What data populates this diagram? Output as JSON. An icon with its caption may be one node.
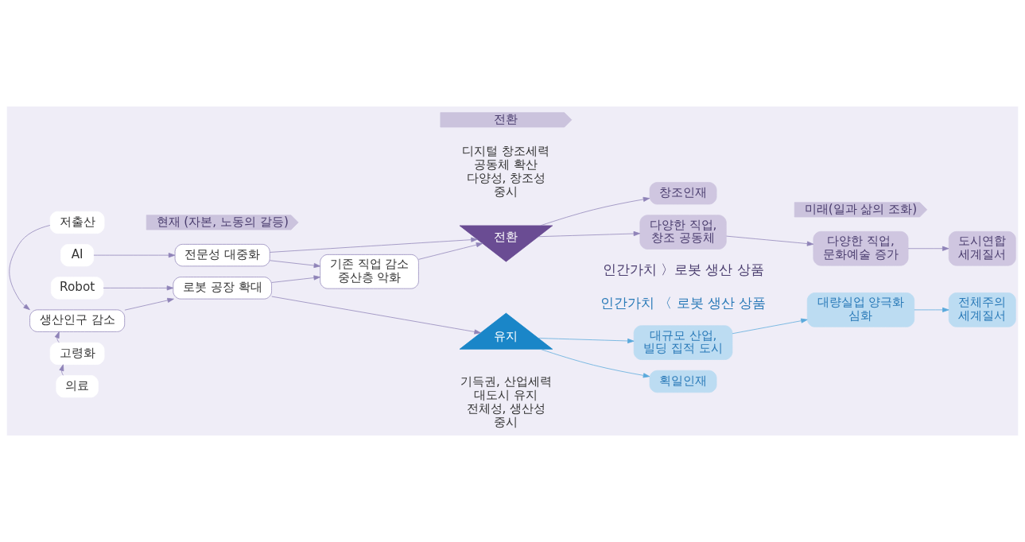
{
  "diagram": {
    "nodes": [
      {
        "text": [
          "현재 (자본, 노동의 갈등)"
        ]
      },
      {
        "text": [
          "전환"
        ]
      },
      {
        "text": [
          "미래(일과 삶의 조화)"
        ]
      },
      {
        "text": [
          "AI"
        ]
      },
      {
        "text": [
          "Robot"
        ]
      },
      {
        "text": [
          "생산인구 감소"
        ]
      },
      {
        "text": [
          "고령화"
        ]
      },
      {
        "text": [
          "저출산"
        ]
      },
      {
        "text": [
          "의료"
        ]
      },
      {
        "text": [
          "전문성 대중화"
        ]
      },
      {
        "text": [
          "로봇 공장 확대"
        ]
      },
      {
        "text": [
          "기존 직업 감소 중산층 악화"
        ]
      },
      {
        "text": [
          "전환"
        ],
        "beside": [
          "디지털 창조세력 공동체 확산 다양성, 창조성 중시"
        ]
      },
      {
        "text": [
          "유지"
        ],
        "beside": [
          "기득권, 산업세력 대도시 유지 전체성, 생산성 중시"
        ]
      },
      {
        "text": [
          "창조인재"
        ]
      },
      {
        "text": [
          "획일인재"
        ]
      },
      {
        "text": [
          "다양한 직업, 창조 공동체"
        ]
      },
      {
        "text": [
          "다양한 직업, 문화예술 증가"
        ]
      },
      {
        "text": [
          "도시연합 세계질서"
        ]
      },
      {
        "text": [
          "대규모 산업, 빌딩 집적 도시"
        ]
      },
      {
        "text": [
          "대량실업 양극화 심화"
        ]
      },
      {
        "text": [
          "전체주의 세계질서"
        ]
      }
    ],
    "edges": [
      {
        "from": 3,
        "to": 9,
        "arrow": "to"
      },
      {
        "from": 4,
        "to": 10,
        "arrow": "to"
      },
      {
        "from": 5,
        "to": 10,
        "arrow": "to"
      },
      {
        "from": 6,
        "to": 5,
        "arrow": "to"
      },
      {
        "from": 7,
        "to": 5,
        "arrow": "to"
      },
      {
        "from": 8,
        "to": 6,
        "arrow": "to"
      },
      {
        "from": 9,
        "to": 12,
        "arrow": "to"
      },
      {
        "from": 9,
        "to": 11,
        "arrow": "to"
      },
      {
        "from": 10,
        "to": 11,
        "arrow": "to"
      },
      {
        "from": 10,
        "to": 13,
        "arrow": "to"
      },
      {
        "from": 11,
        "to": 12,
        "arrow": "to"
      },
      {
        "from": 12,
        "to": 14,
        "arrow": "to"
      },
      {
        "from": 12,
        "to": 16,
        "arrow": "to"
      },
      {
        "from": 16,
        "to": 17,
        "arrow": "to"
      },
      {
        "from": 17,
        "to": 18,
        "arrow": "to"
      },
      {
        "from": 13,
        "to": 15,
        "arrow": "to",
        "color": "#5aa9dc"
      },
      {
        "from": 13,
        "to": 19,
        "arrow": "to",
        "color": "#5aa9dc"
      },
      {
        "from": 19,
        "to": 20,
        "arrow": "to",
        "color": "#5aa9dc"
      },
      {
        "from": 20,
        "to": 21,
        "arrow": "to",
        "color": "#5aa9dc"
      }
    ],
    "labels": [
      "인간가치 〉로봇 생산 상품",
      "인간가치 〈 로봇 생산 상품"
    ]
  }
}
